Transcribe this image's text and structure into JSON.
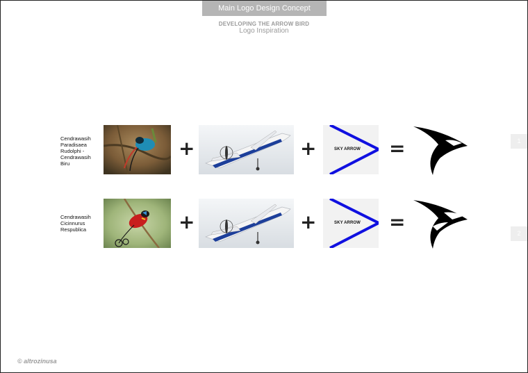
{
  "header": {
    "tab_label": "Main Logo Design Concept",
    "title": "DEVELOPING THE ARROW BIRD",
    "subtitle": "Logo Inspiration"
  },
  "rows": [
    {
      "label_lines": [
        "Cendrawasih",
        "Paradisaea",
        "Rudolphi -",
        "Cendrawasih",
        "Biru"
      ],
      "plus1": "+",
      "plus2": "+",
      "equals": "=",
      "arrow_text": "SKY ARROW",
      "number": "1"
    },
    {
      "label_lines": [
        "Cendrawasih",
        "Cicinnurus",
        "Respublica"
      ],
      "plus1": "+",
      "plus2": "+",
      "equals": "=",
      "arrow_text": "SKY ARROW",
      "number": "2"
    }
  ],
  "footer": {
    "copyright": "© altrozinusa"
  },
  "colors": {
    "arrow_blue": "#1010e0",
    "tab_gray": "#b5b5b5",
    "heading_gray": "#9a9a9a"
  }
}
